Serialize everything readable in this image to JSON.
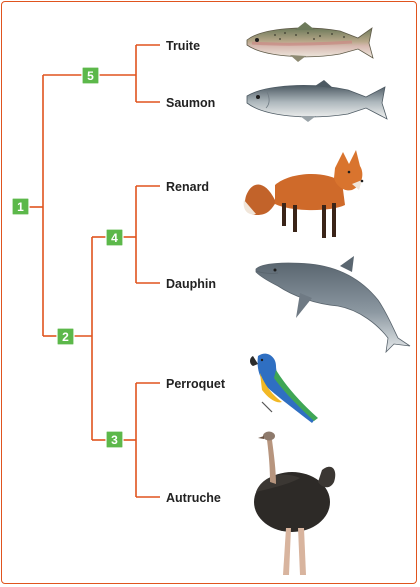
{
  "colors": {
    "branch": "#e0541e",
    "node": "#5cb84a",
    "border": "#e0541e"
  },
  "nodes": [
    {
      "id": "n1",
      "label": "1"
    },
    {
      "id": "n2",
      "label": "2"
    },
    {
      "id": "n3",
      "label": "3"
    },
    {
      "id": "n4",
      "label": "4"
    },
    {
      "id": "n5",
      "label": "5"
    }
  ],
  "leaves": [
    {
      "id": "truite",
      "label": "Truite",
      "icon": "trout-icon"
    },
    {
      "id": "saumon",
      "label": "Saumon",
      "icon": "salmon-icon"
    },
    {
      "id": "renard",
      "label": "Renard",
      "icon": "fox-icon"
    },
    {
      "id": "dauphin",
      "label": "Dauphin",
      "icon": "dolphin-icon"
    },
    {
      "id": "perroquet",
      "label": "Perroquet",
      "icon": "parrot-icon"
    },
    {
      "id": "autruche",
      "label": "Autruche",
      "icon": "ostrich-icon"
    }
  ]
}
